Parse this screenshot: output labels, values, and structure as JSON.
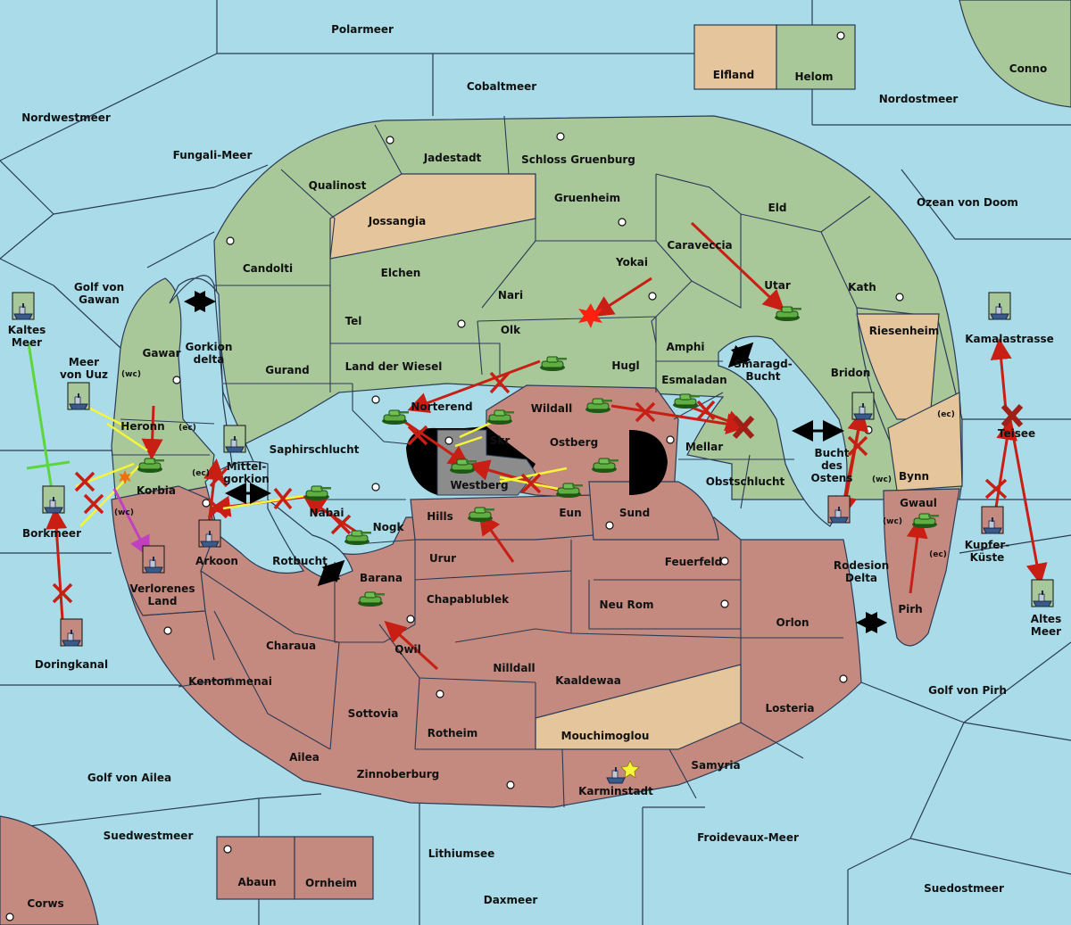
{
  "colors": {
    "sea": "#a9dce8",
    "green": "#a8c89a",
    "red": "#c48a80",
    "neutral": "#e5c59c",
    "gray": "#8c8c8c",
    "border": "#2a3a55",
    "attack": "#c81e14",
    "support_yellow": "#f5f53a",
    "support_green": "#5cd63a",
    "support_magenta": "#c040c0"
  },
  "regions": {
    "polarmeer": "Polarmeer",
    "conno": "Conno",
    "elfland": "Elfland",
    "helom": "Helom",
    "cobaltmeer": "Cobaltmeer",
    "nordostmeer": "Nordostmeer",
    "nordwestmeer": "Nordwestmeer",
    "fungali": "Fungali-Meer",
    "jadestadt": "Jadestadt",
    "schloss": "Schloss Gruenburg",
    "qualinost": "Qualinost",
    "gruenheim": "Gruenheim",
    "eld": "Eld",
    "ozean": "Ozean von Doom",
    "jossangia": "Jossangia",
    "caraveccia": "Caraveccia",
    "candolti": "Candolti",
    "elchen": "Elchen",
    "yokai": "Yokai",
    "golf_gawan": "Golf von\nGawan",
    "nari": "Nari",
    "utar": "Utar",
    "kath": "Kath",
    "kaltes_meer": "Kaltes\nMeer",
    "tel": "Tel",
    "olk": "Olk",
    "riesenheim": "Riesenheim",
    "kamalastrasse": "Kamalastrasse",
    "gawar": "Gawar",
    "gorkion_delta": "Gorkion\ndelta",
    "amphi": "Amphi",
    "meer_uuz": "Meer\nvon Uuz",
    "gurand": "Gurand",
    "land_wiesel": "Land der Wiesel",
    "hugl": "Hugl",
    "smaragd": "Smaragd-\nBucht",
    "bridon": "Bridon",
    "esmaladan": "Esmaladan",
    "norterend": "Norterend",
    "wildall": "Wildall",
    "heronn": "Heronn",
    "teisee": "Teisee",
    "skr": "Skr",
    "saphirschlucht": "Saphirschlucht",
    "ostberg": "Ostberg",
    "mellar": "Mellar",
    "bucht_ostens": "Bucht\ndes\nOstens",
    "mittelgorkion": "Mittel-\ngorkion",
    "korbia": "Korbia",
    "westberg": "Westberg",
    "obstschlucht": "Obstschlucht",
    "bynn": "Bynn",
    "eun": "Eun",
    "nabai": "Nabai",
    "gwaul": "Gwaul",
    "borkmeer": "Borkmeer",
    "hills": "Hills",
    "sund": "Sund",
    "nogk": "Nogk",
    "kupferkueste": "Kupfer-\nKüste",
    "arkoon": "Arkoon",
    "rotbucht": "Rotbucht",
    "urur": "Urur",
    "feuerfeld": "Feuerfeld",
    "rodesion": "Rodesion\nDelta",
    "verlorenes": "Verlorenes\nLand",
    "barana": "Barana",
    "chapablublek": "Chapablublek",
    "neu_rom": "Neu Rom",
    "altes_meer": "Altes\nMeer",
    "pirh": "Pirh",
    "orlon": "Orlon",
    "charaua": "Charaua",
    "doringkanal": "Doringkanal",
    "qwil": "Qwil",
    "nilldall": "Nilldall",
    "kentommenai": "Kentommenai",
    "kaaldewaa": "Kaaldewaa",
    "golf_pirh": "Golf von Pirh",
    "sottovia": "Sottovia",
    "losteria": "Losteria",
    "rotheim": "Rotheim",
    "mouchimoglou": "Mouchimoglou",
    "ailea": "Ailea",
    "samyria": "Samyria",
    "golf_ailea": "Golf von Ailea",
    "zinnoberburg": "Zinnoberburg",
    "karminstadt": "Karminstadt",
    "suedwestmeer": "Suedwestmeer",
    "froidevaux": "Froidevaux-Meer",
    "lithiumsee": "Lithiumsee",
    "abaun": "Abaun",
    "ornheim": "Ornheim",
    "suedostmeer": "Suedostmeer",
    "corws": "Corws",
    "daxmeer": "Daxmeer"
  },
  "coasts": {
    "wc": "(wc)",
    "ec": "(ec)"
  }
}
